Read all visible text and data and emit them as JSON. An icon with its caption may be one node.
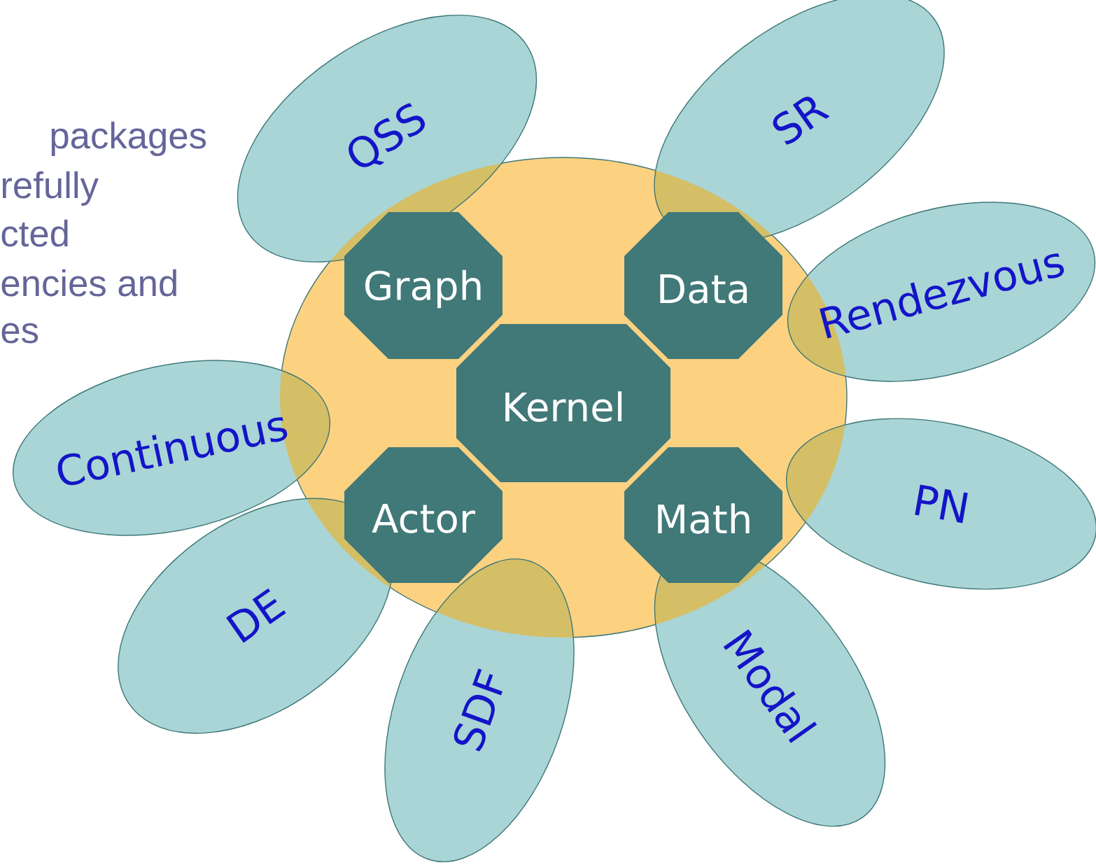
{
  "diagram": {
    "nodes": [
      {
        "text": [],
        "shape": "circle"
      },
      {
        "text": [
          "Graph"
        ],
        "in": 0
      },
      {
        "text": [
          "Data"
        ],
        "in": 0
      },
      {
        "text": [
          "Kernel"
        ],
        "in": 0
      },
      {
        "text": [
          "Actor"
        ],
        "in": 0
      },
      {
        "text": [
          "Math"
        ],
        "in": 0
      },
      {
        "text": [
          "QSS"
        ]
      },
      {
        "text": [
          "SR"
        ]
      },
      {
        "text": [
          "Rendezvous"
        ]
      },
      {
        "text": [
          "Continuous"
        ]
      },
      {
        "text": [
          "PN"
        ]
      },
      {
        "text": [
          "DE"
        ]
      },
      {
        "text": [
          "SDF"
        ]
      },
      {
        "text": [
          "Modal"
        ]
      }
    ],
    "labels": [
      "packages",
      "refully",
      "cted",
      "encies and",
      "es"
    ]
  }
}
